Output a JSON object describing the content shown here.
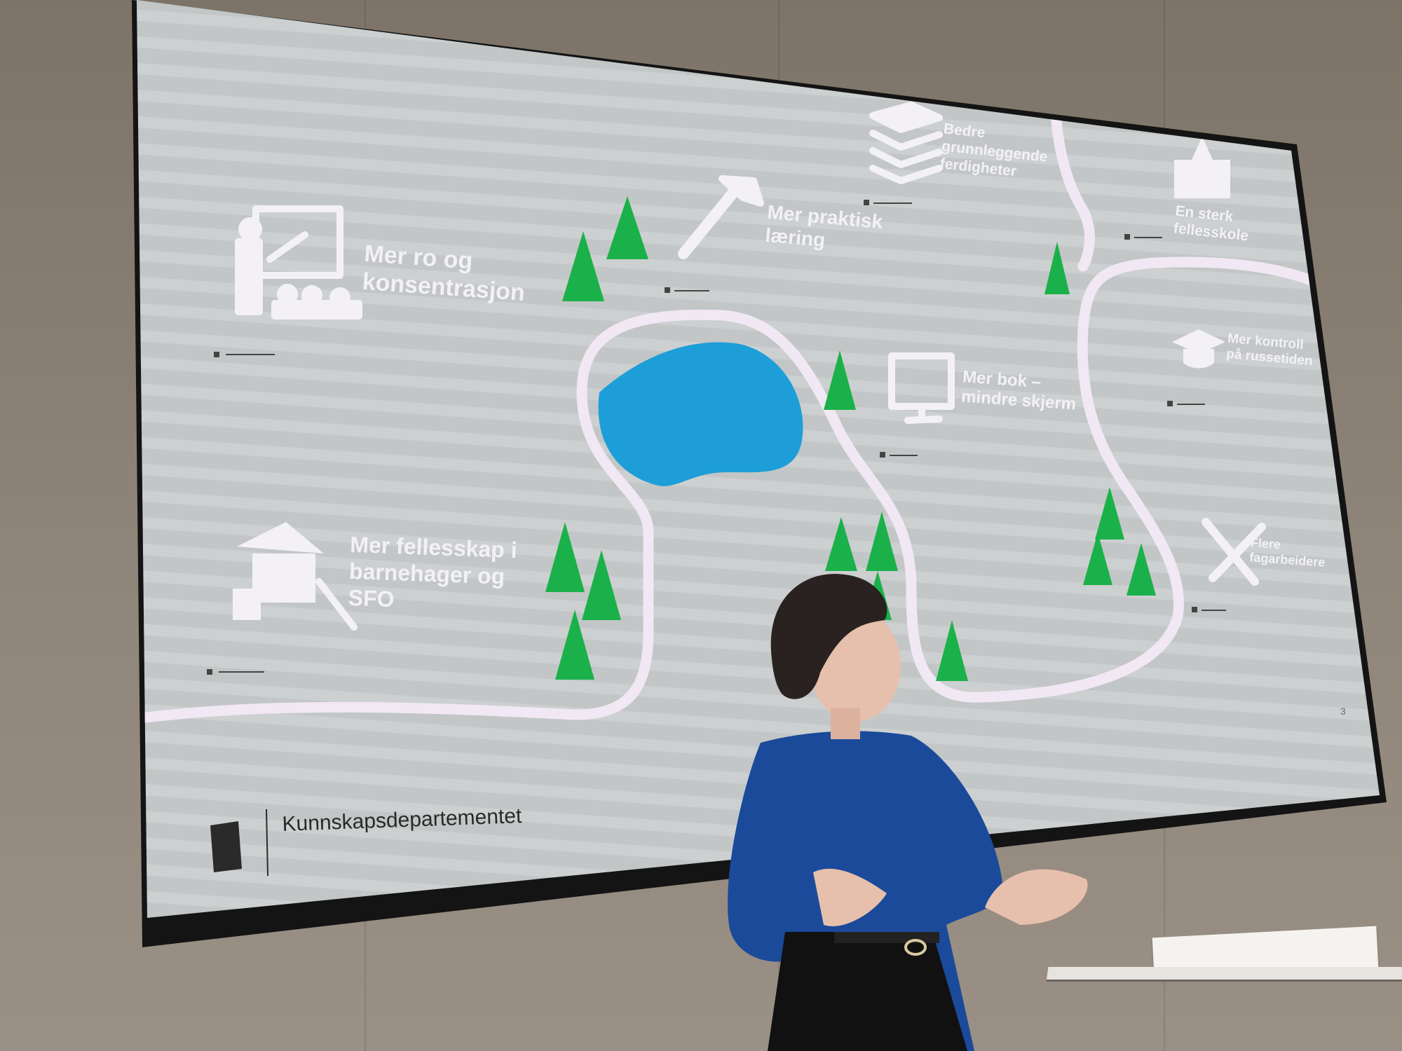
{
  "slide": {
    "items": [
      {
        "label_lines": [
          "Mer ro og",
          "konsentrasjon"
        ],
        "icon": "teacher-classroom-icon"
      },
      {
        "label_lines": [
          "Mer praktisk",
          "læring"
        ],
        "icon": "hammer-icon"
      },
      {
        "label_lines": [
          "Bedre",
          "grunnleggende",
          "ferdigheter"
        ],
        "icon": "books-icon"
      },
      {
        "label_lines": [
          "En sterk",
          "fellesskole"
        ],
        "icon": "school-building-icon"
      },
      {
        "label_lines": [
          "Mer kontroll",
          "på russetiden"
        ],
        "icon": "graduation-cap-icon"
      },
      {
        "label_lines": [
          "Mer bok –",
          "mindre skjerm"
        ],
        "icon": "monitor-icon"
      },
      {
        "label_lines": [
          "Mer fellesskap i",
          "barnehager og",
          "SFO"
        ],
        "icon": "playhouse-icon"
      },
      {
        "label_lines": [
          "Flere",
          "fagarbeidere"
        ],
        "icon": "tools-icon"
      }
    ],
    "footer": {
      "ministry": "Kunnskapsdepartementet",
      "page_number": "3"
    }
  },
  "colors": {
    "screen": "#bfc3c3",
    "road": "#f3e9f5",
    "lake": "#1e9ed8",
    "tree": "#1bb14a",
    "blouse": "#1b4a9a"
  }
}
